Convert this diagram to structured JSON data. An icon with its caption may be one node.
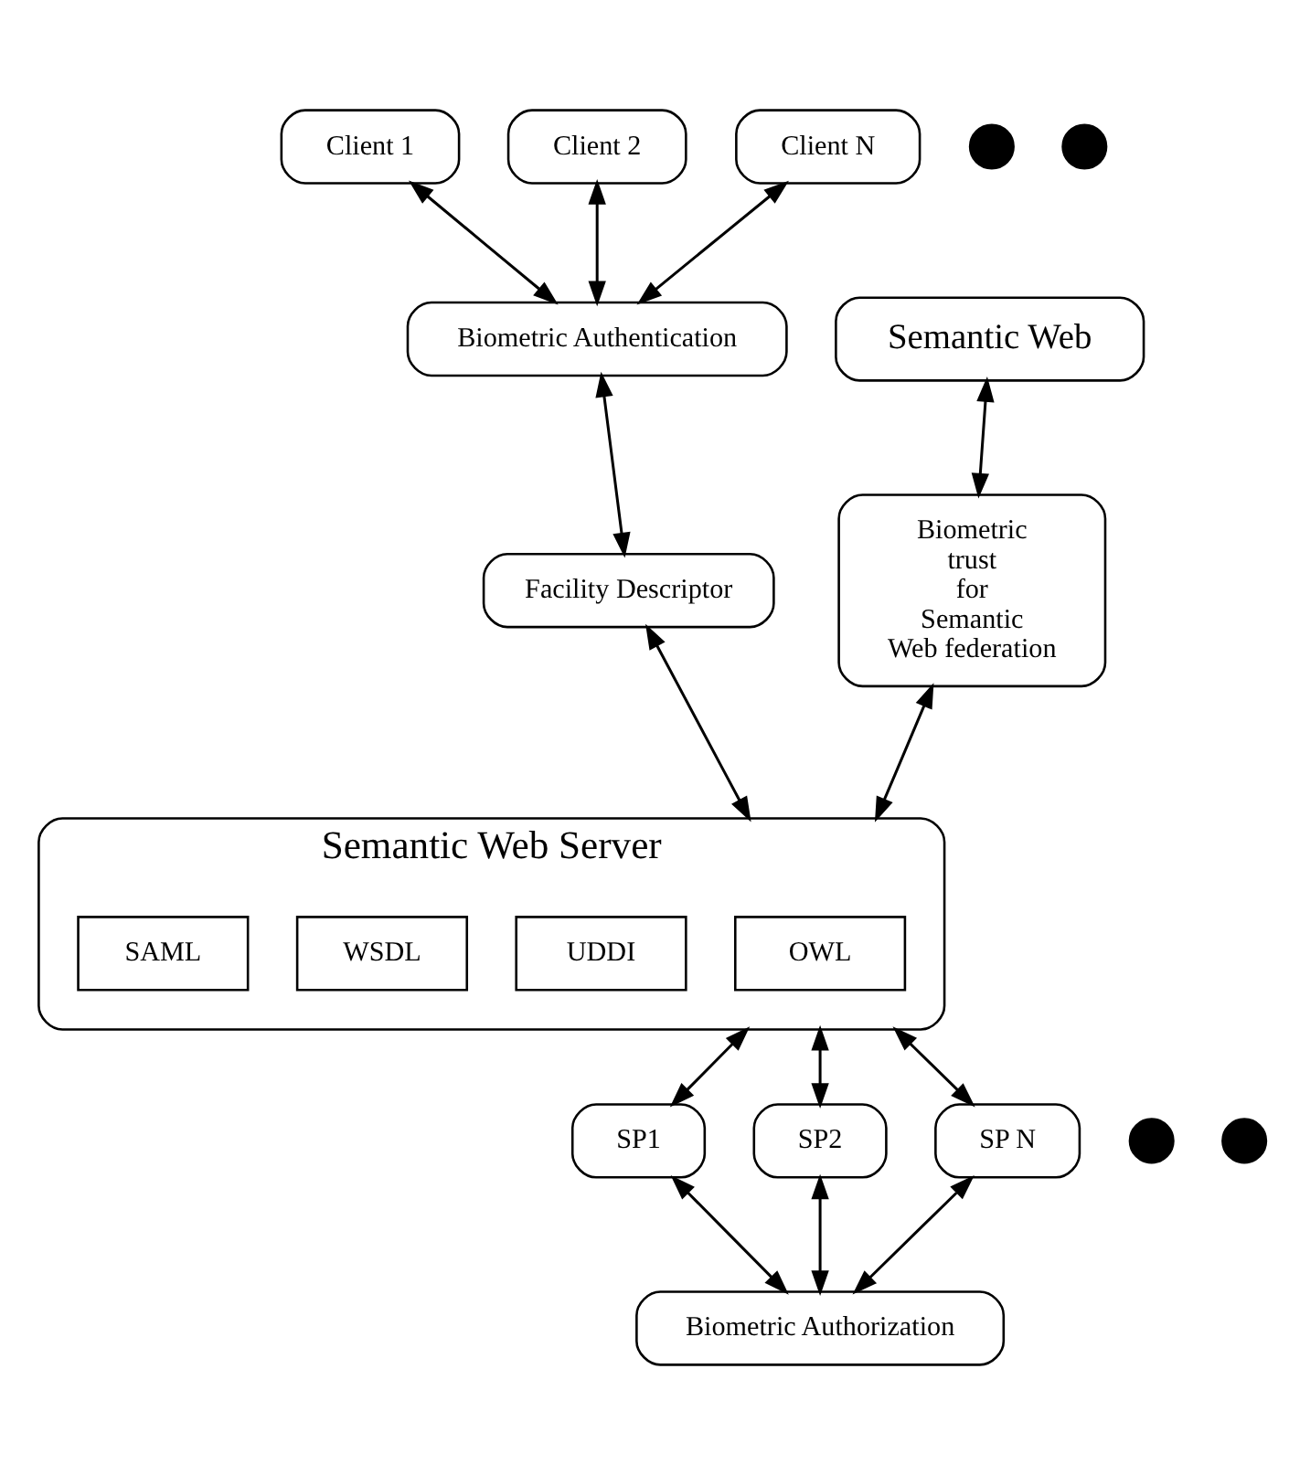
{
  "diagram": {
    "nodes": [
      {
        "text": [
          "Client 1"
        ]
      },
      {
        "text": [
          "Client 2"
        ]
      },
      {
        "text": [],
        "shape": "circle"
      },
      {
        "text": [],
        "shape": "circle"
      },
      {
        "text": [
          "Client N"
        ]
      },
      {
        "text": [
          "Biometric Authentication"
        ]
      },
      {
        "text": [
          "Semantic Web"
        ]
      },
      {
        "text": [
          "Facility Descriptor"
        ]
      },
      {
        "text": [
          "Biometric trust for Semantic Web federation"
        ]
      },
      {
        "text": [
          "Semantic Web Server"
        ]
      },
      {
        "text": [
          "OWL"
        ],
        "in": 9
      },
      {
        "text": [
          "UDDI"
        ],
        "in": 9
      },
      {
        "text": [
          "WSDL"
        ],
        "in": 9
      },
      {
        "text": [
          "SAML"
        ],
        "in": 9
      },
      {
        "text": [
          "SP1"
        ]
      },
      {
        "text": [
          "SP2"
        ]
      },
      {
        "text": [],
        "shape": "circle"
      },
      {
        "text": [],
        "shape": "circle"
      },
      {
        "text": [
          "SP N"
        ]
      },
      {
        "text": [
          "Biometric Authorization"
        ]
      }
    ],
    "edges": [
      {
        "from": 0,
        "to": 5,
        "arrow": "both"
      },
      {
        "from": 1,
        "to": 5,
        "arrow": "both"
      },
      {
        "from": 4,
        "to": 5,
        "arrow": "both"
      },
      {
        "from": 5,
        "to": 7,
        "arrow": "both"
      },
      {
        "from": 7,
        "to": 9,
        "arrow": "both"
      },
      {
        "from": 6,
        "to": 8,
        "arrow": "both"
      },
      {
        "from": 8,
        "to": 9,
        "arrow": "both"
      },
      {
        "from": 9,
        "to": 14,
        "arrow": "both"
      },
      {
        "from": 9,
        "to": 15,
        "arrow": "both"
      },
      {
        "from": 9,
        "to": 18,
        "arrow": "both"
      },
      {
        "from": 14,
        "to": 19,
        "arrow": "both"
      },
      {
        "from": 15,
        "to": 19,
        "arrow": "both"
      },
      {
        "from": 18,
        "to": 19,
        "arrow": "both"
      }
    ]
  }
}
